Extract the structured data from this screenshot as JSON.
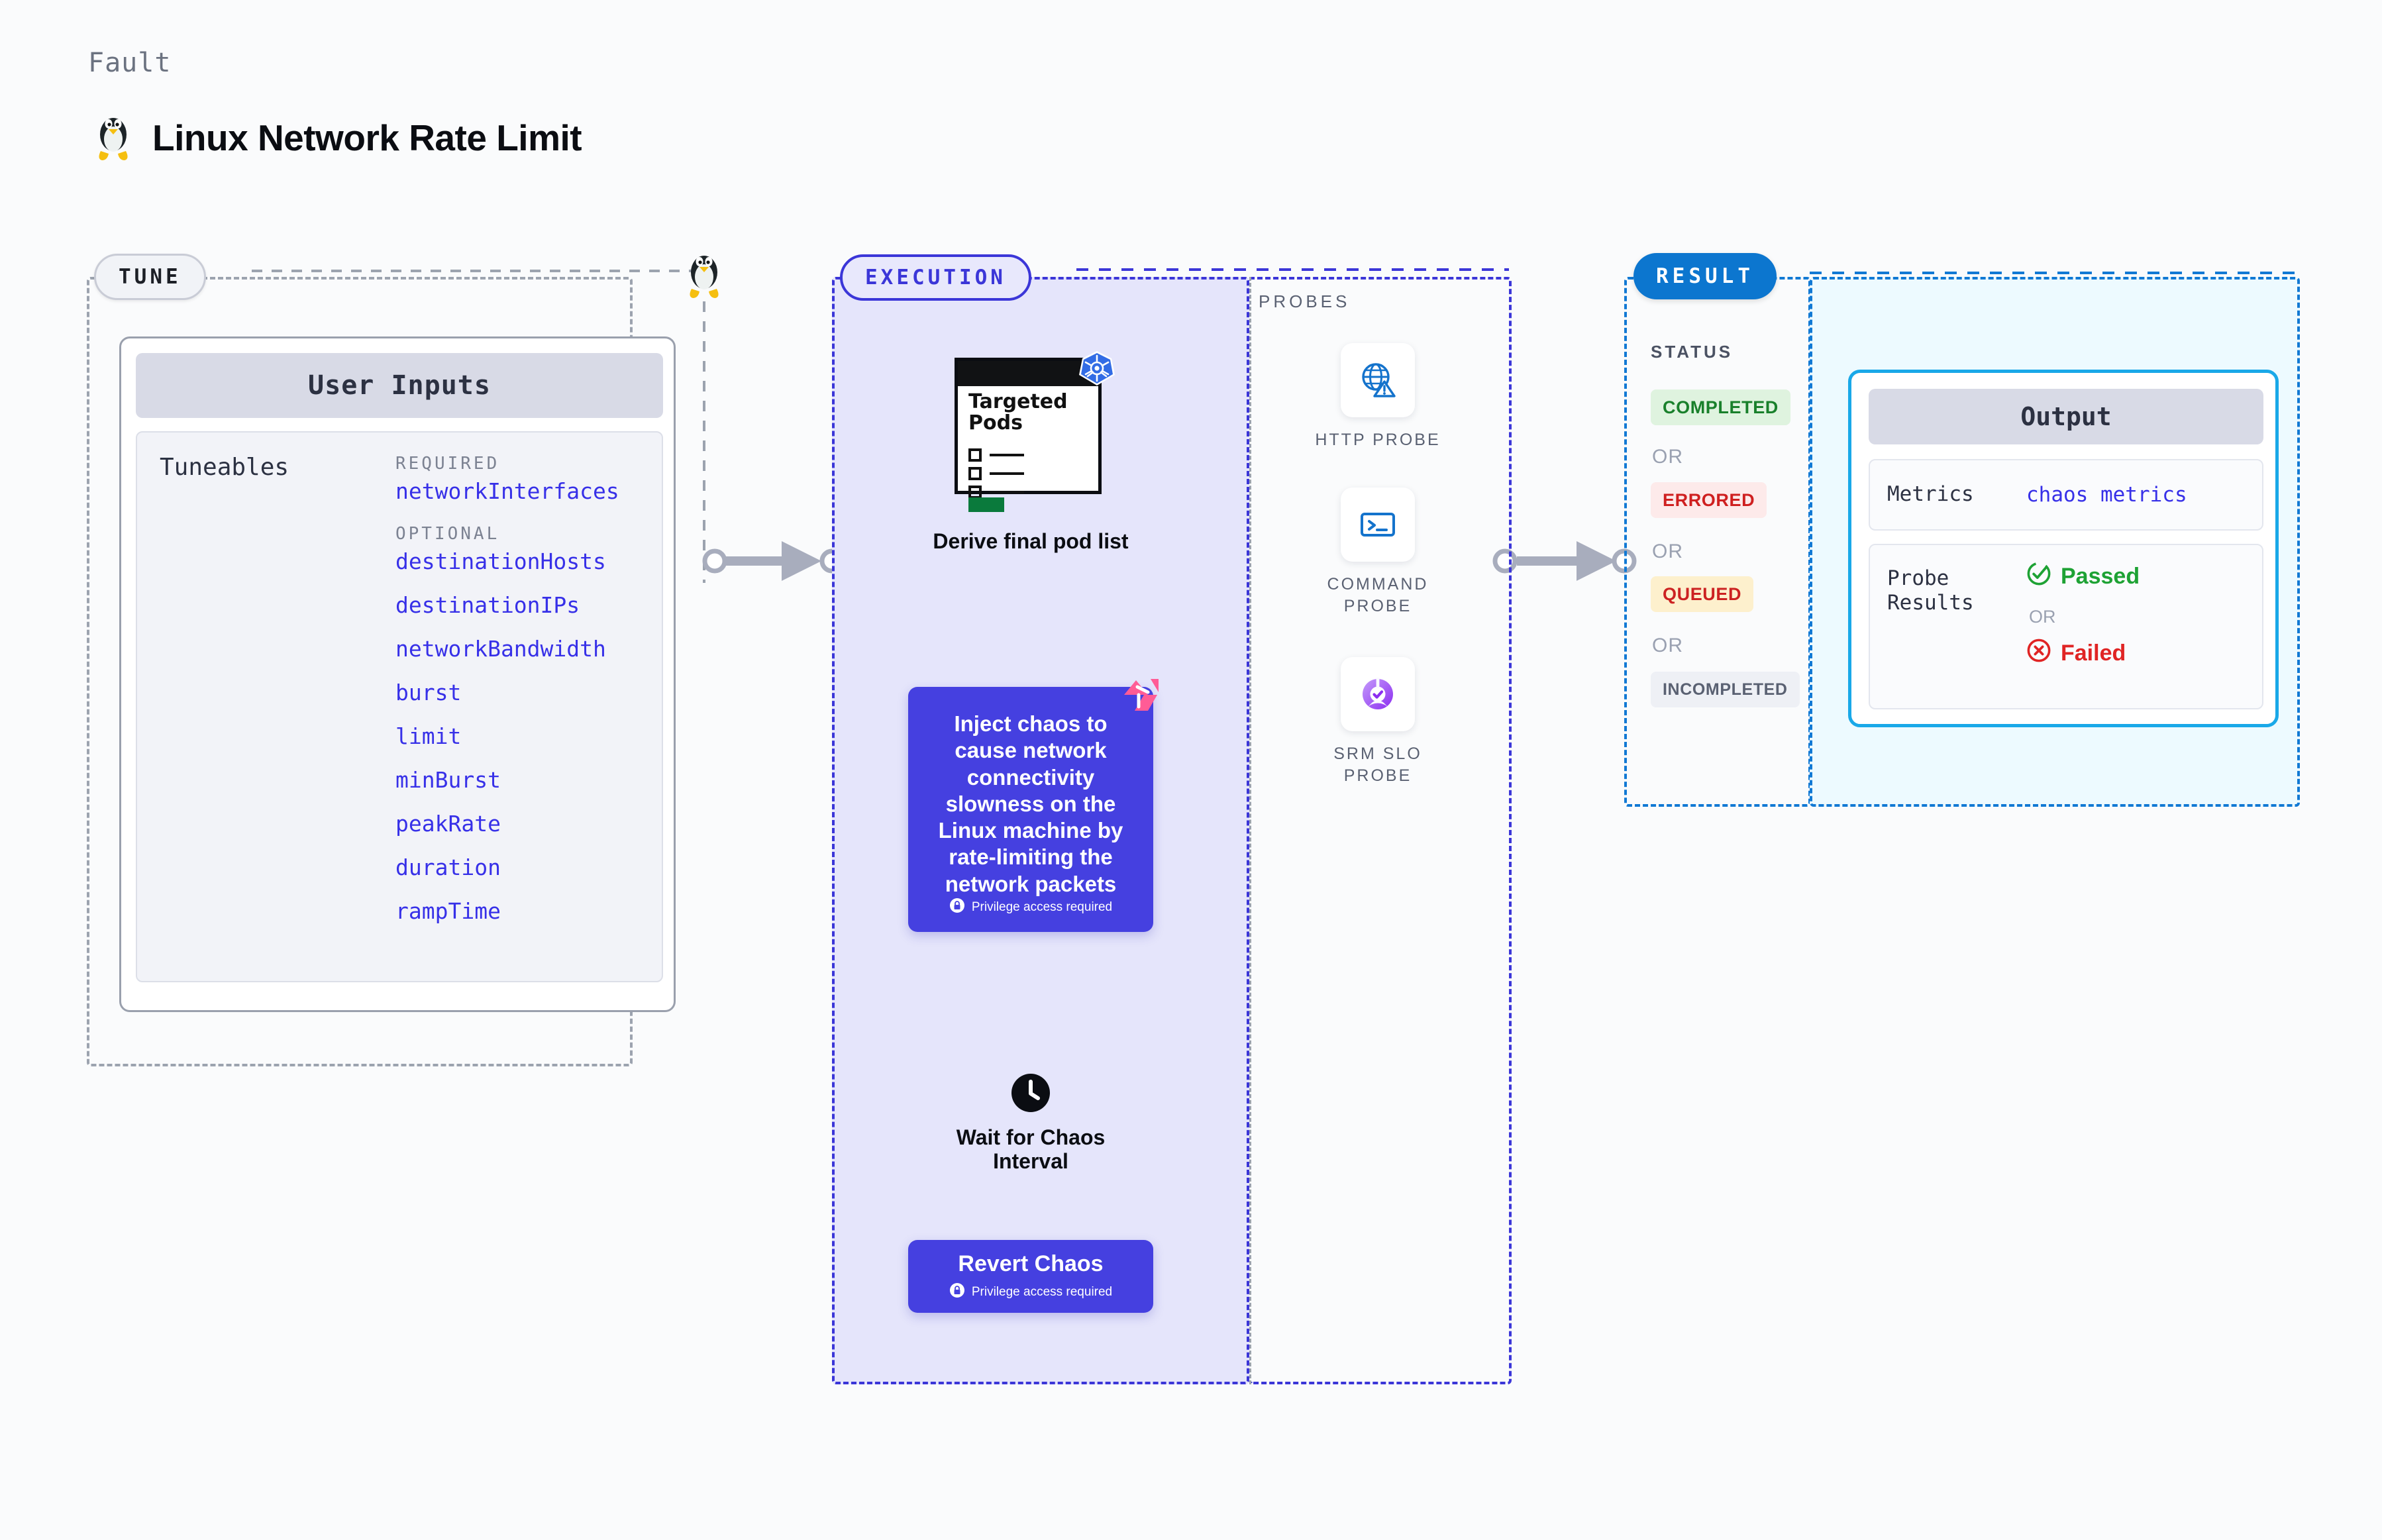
{
  "header": {
    "kicker": "Fault",
    "title": "Linux Network Rate Limit",
    "icon": "linux-penguin-icon"
  },
  "tune": {
    "pill_label": "TUNE",
    "card": {
      "title": "User Inputs",
      "section_label": "Tuneables",
      "groups": [
        {
          "label": "REQUIRED",
          "items": [
            "networkInterfaces"
          ]
        },
        {
          "label": "OPTIONAL",
          "items": [
            "destinationHosts",
            "destinationIPs",
            "networkBandwidth",
            "burst",
            "limit",
            "minBurst",
            "peakRate",
            "duration",
            "rampTime"
          ]
        }
      ]
    }
  },
  "execution": {
    "pill_label": "EXECUTION",
    "steps": [
      {
        "id": "derive-pods",
        "card_title": "Targeted Pods",
        "badge_icon": "kubernetes-icon",
        "caption": "Derive final pod list"
      },
      {
        "id": "inject-chaos",
        "text": "Inject chaos to cause network connectivity slowness on the Linux machine by rate-limiting the network packets",
        "privilege_note": "Privilege access required",
        "corner_icon": "litmuschaos-icon"
      },
      {
        "id": "wait-interval",
        "icon": "clock-icon",
        "caption": "Wait for Chaos Interval"
      },
      {
        "id": "revert-chaos",
        "title": "Revert Chaos",
        "privilege_note": "Privilege access required"
      }
    ]
  },
  "probes": {
    "section_label": "PROBES",
    "items": [
      {
        "label": "HTTP PROBE",
        "icon": "globe-warning-icon"
      },
      {
        "label": "COMMAND PROBE",
        "icon": "terminal-icon"
      },
      {
        "label": "SRM SLO PROBE",
        "icon": "srm-slo-icon"
      }
    ]
  },
  "result": {
    "pill_label": "RESULT",
    "status_label": "STATUS",
    "or_label": "OR",
    "statuses": [
      {
        "label": "COMPLETED",
        "fg": "#19802b",
        "bg": "#dff3df"
      },
      {
        "label": "ERRORED",
        "fg": "#cf2020",
        "bg": "#fdeaea"
      },
      {
        "label": "QUEUED",
        "fg": "#cc2222",
        "bg": "#fdf0cd"
      },
      {
        "label": "INCOMPLETED",
        "fg": "#5a6172",
        "bg": "#eef0f5"
      }
    ]
  },
  "output": {
    "title": "Output",
    "rows": [
      {
        "key": "Metrics",
        "value": "chaos metrics",
        "kind": "link"
      },
      {
        "key": "Probe Results",
        "kind": "probe",
        "passed_label": "Passed",
        "failed_label": "Failed",
        "or_label": "OR"
      }
    ]
  },
  "colors": {
    "accent_indigo": "#4540e0",
    "accent_blue": "#0c76cf",
    "accent_cyan": "#19a8e8",
    "tuneable_link": "#3730e8",
    "pass_green": "#1ea234",
    "fail_red": "#e02424",
    "litmus_pink": "#ff5c96",
    "k8s_blue": "#326ce5"
  }
}
